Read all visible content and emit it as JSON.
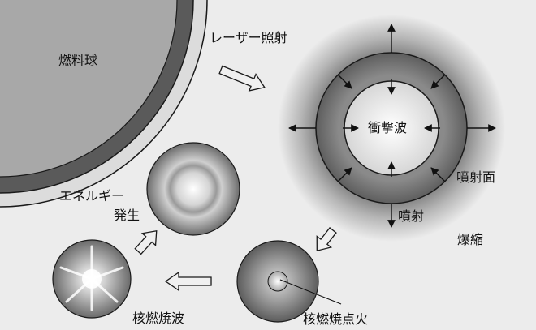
{
  "labels": {
    "fuel_pellet": "燃料球",
    "laser_irradiation": "レーザー照射",
    "shock_wave": "衝撃波",
    "ablation_surface": "噴射面",
    "ablation": "噴射",
    "implosion": "爆縮",
    "energy_line1": "エネルギー",
    "energy_line2": "発生",
    "burn_wave": "核燃焼波",
    "ignition": "核燃焼点火"
  },
  "colors": {
    "background": "#ececec",
    "outline": "#1a1a1a",
    "dark_shell": "#5a5a5a",
    "mid_shell": "#9a9a9a",
    "arrow_fill": "#f0f0f0"
  }
}
